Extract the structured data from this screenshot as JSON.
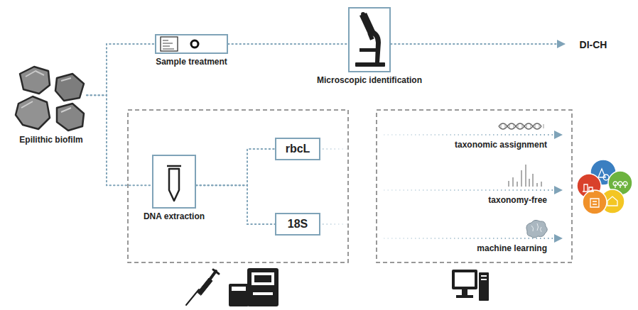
{
  "diagram": {
    "nodes": [
      {
        "text": [
          "Epilithic biofilm"
        ]
      },
      {
        "text": [
          "Sample treatment"
        ]
      },
      {
        "text": [
          "Microscopic identification"
        ]
      },
      {
        "text": [
          "DI-CH"
        ]
      },
      {
        "text": [
          "DNA extraction"
        ]
      },
      {
        "text": [
          "rbcL"
        ]
      },
      {
        "text": [
          "18S"
        ]
      }
    ],
    "edges": [
      {
        "from": 0,
        "to": 1,
        "arrow": "none"
      },
      {
        "from": 1,
        "to": 2,
        "arrow": "none"
      },
      {
        "from": 2,
        "to": 3,
        "arrow": "to"
      },
      {
        "from": 0,
        "to": 4,
        "arrow": "none"
      },
      {
        "from": 4,
        "to": 5,
        "arrow": "none"
      },
      {
        "from": 4,
        "to": 6,
        "arrow": "none"
      }
    ],
    "labels": [
      "taxonomic assignment",
      "taxonomy-free",
      "machine learning"
    ]
  }
}
